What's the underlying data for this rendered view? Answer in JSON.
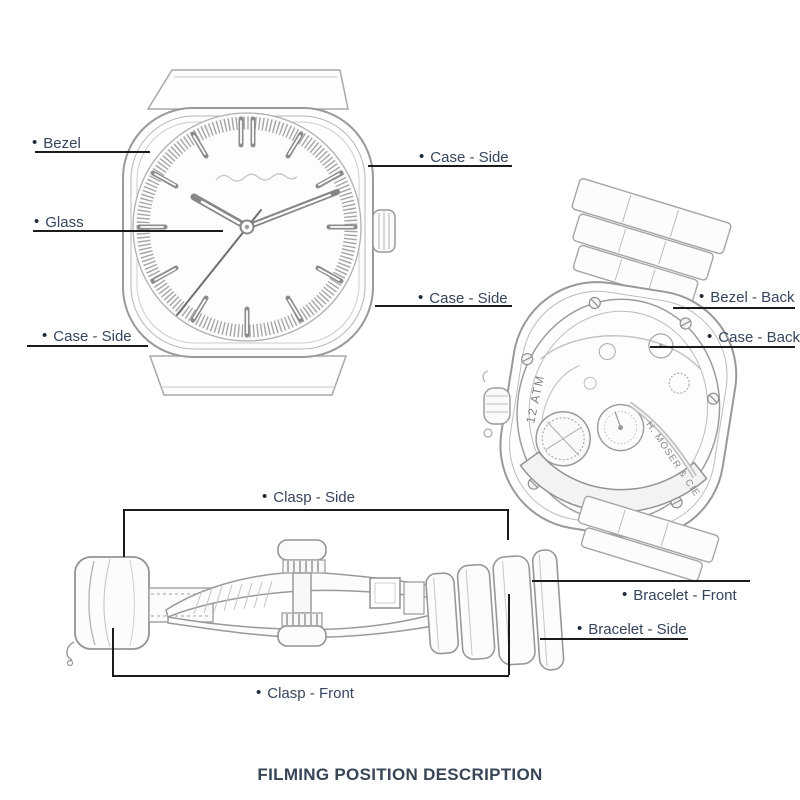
{
  "title": "FILMING POSITION DESCRIPTION",
  "bullet": "•",
  "callouts": {
    "bezel": "Bezel",
    "glass": "Glass",
    "case_side_left": "Case - Side",
    "case_side_top_right": "Case - Side",
    "case_side_right": "Case - Side",
    "bezel_back": "Bezel - Back",
    "case_back": "Case - Back",
    "clasp_side": "Clasp - Side",
    "bracelet_front": "Bracelet - Front",
    "bracelet_side": "Bracelet - Side",
    "clasp_front": "Clasp - Front"
  },
  "caseback_engravings": {
    "water_resistance": "12 ATM",
    "brand": "H. MOSER & CIE"
  },
  "colors": {
    "label_text": "#35455c",
    "title_text": "#374556",
    "leader_line": "#1b1b1b",
    "sketch_line": "#9a9a9a"
  }
}
